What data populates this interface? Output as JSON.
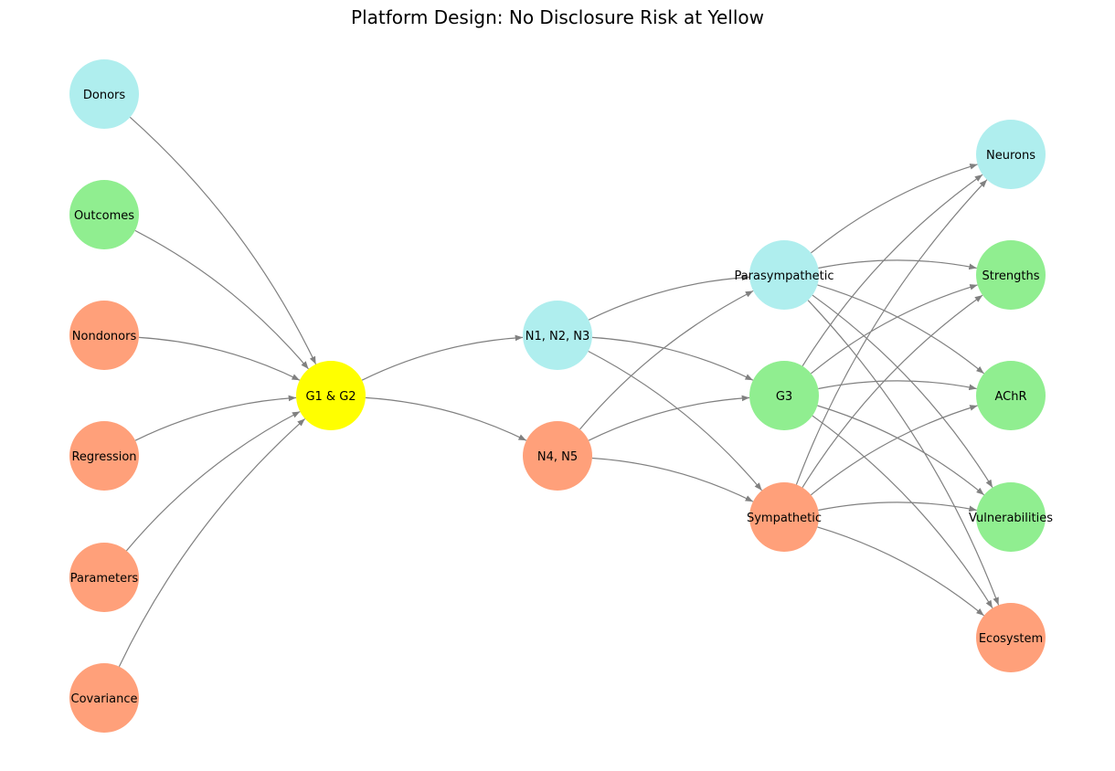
{
  "title": "Platform Design: No Disclosure Risk at Yellow",
  "colors": {
    "cyan": "#afeeee",
    "green": "#90ee90",
    "salmon": "#ffa07a",
    "yellow": "#ffff00",
    "edge": "#808080"
  },
  "nodes": [
    {
      "id": "donors",
      "label": "Donors",
      "color": "cyan"
    },
    {
      "id": "outcomes",
      "label": "Outcomes",
      "color": "green"
    },
    {
      "id": "nondonors",
      "label": "Nondonors",
      "color": "salmon"
    },
    {
      "id": "regression",
      "label": "Regression",
      "color": "salmon"
    },
    {
      "id": "parameters",
      "label": "Parameters",
      "color": "salmon"
    },
    {
      "id": "covariance",
      "label": "Covariance",
      "color": "salmon"
    },
    {
      "id": "g1g2",
      "label": "G1 & G2",
      "color": "yellow"
    },
    {
      "id": "n123",
      "label": "N1, N2, N3",
      "color": "cyan"
    },
    {
      "id": "n45",
      "label": "N4, N5",
      "color": "salmon"
    },
    {
      "id": "parasympathetic",
      "label": "Parasympathetic",
      "color": "cyan"
    },
    {
      "id": "g3",
      "label": "G3",
      "color": "green"
    },
    {
      "id": "sympathetic",
      "label": "Sympathetic",
      "color": "salmon"
    },
    {
      "id": "neurons",
      "label": "Neurons",
      "color": "cyan"
    },
    {
      "id": "strengths",
      "label": "Strengths",
      "color": "green"
    },
    {
      "id": "achr",
      "label": "AChR",
      "color": "green"
    },
    {
      "id": "vulnerabilities",
      "label": "Vulnerabilities",
      "color": "green"
    },
    {
      "id": "ecosystem",
      "label": "Ecosystem",
      "color": "salmon"
    }
  ],
  "edges": [
    [
      "donors",
      "g1g2"
    ],
    [
      "outcomes",
      "g1g2"
    ],
    [
      "nondonors",
      "g1g2"
    ],
    [
      "regression",
      "g1g2"
    ],
    [
      "parameters",
      "g1g2"
    ],
    [
      "covariance",
      "g1g2"
    ],
    [
      "g1g2",
      "n123"
    ],
    [
      "g1g2",
      "n45"
    ],
    [
      "n123",
      "parasympathetic"
    ],
    [
      "n123",
      "g3"
    ],
    [
      "n123",
      "sympathetic"
    ],
    [
      "n45",
      "parasympathetic"
    ],
    [
      "n45",
      "g3"
    ],
    [
      "n45",
      "sympathetic"
    ],
    [
      "parasympathetic",
      "neurons"
    ],
    [
      "parasympathetic",
      "strengths"
    ],
    [
      "parasympathetic",
      "achr"
    ],
    [
      "parasympathetic",
      "vulnerabilities"
    ],
    [
      "parasympathetic",
      "ecosystem"
    ],
    [
      "g3",
      "neurons"
    ],
    [
      "g3",
      "strengths"
    ],
    [
      "g3",
      "achr"
    ],
    [
      "g3",
      "vulnerabilities"
    ],
    [
      "g3",
      "ecosystem"
    ],
    [
      "sympathetic",
      "neurons"
    ],
    [
      "sympathetic",
      "strengths"
    ],
    [
      "sympathetic",
      "achr"
    ],
    [
      "sympathetic",
      "vulnerabilities"
    ],
    [
      "sympathetic",
      "ecosystem"
    ]
  ]
}
